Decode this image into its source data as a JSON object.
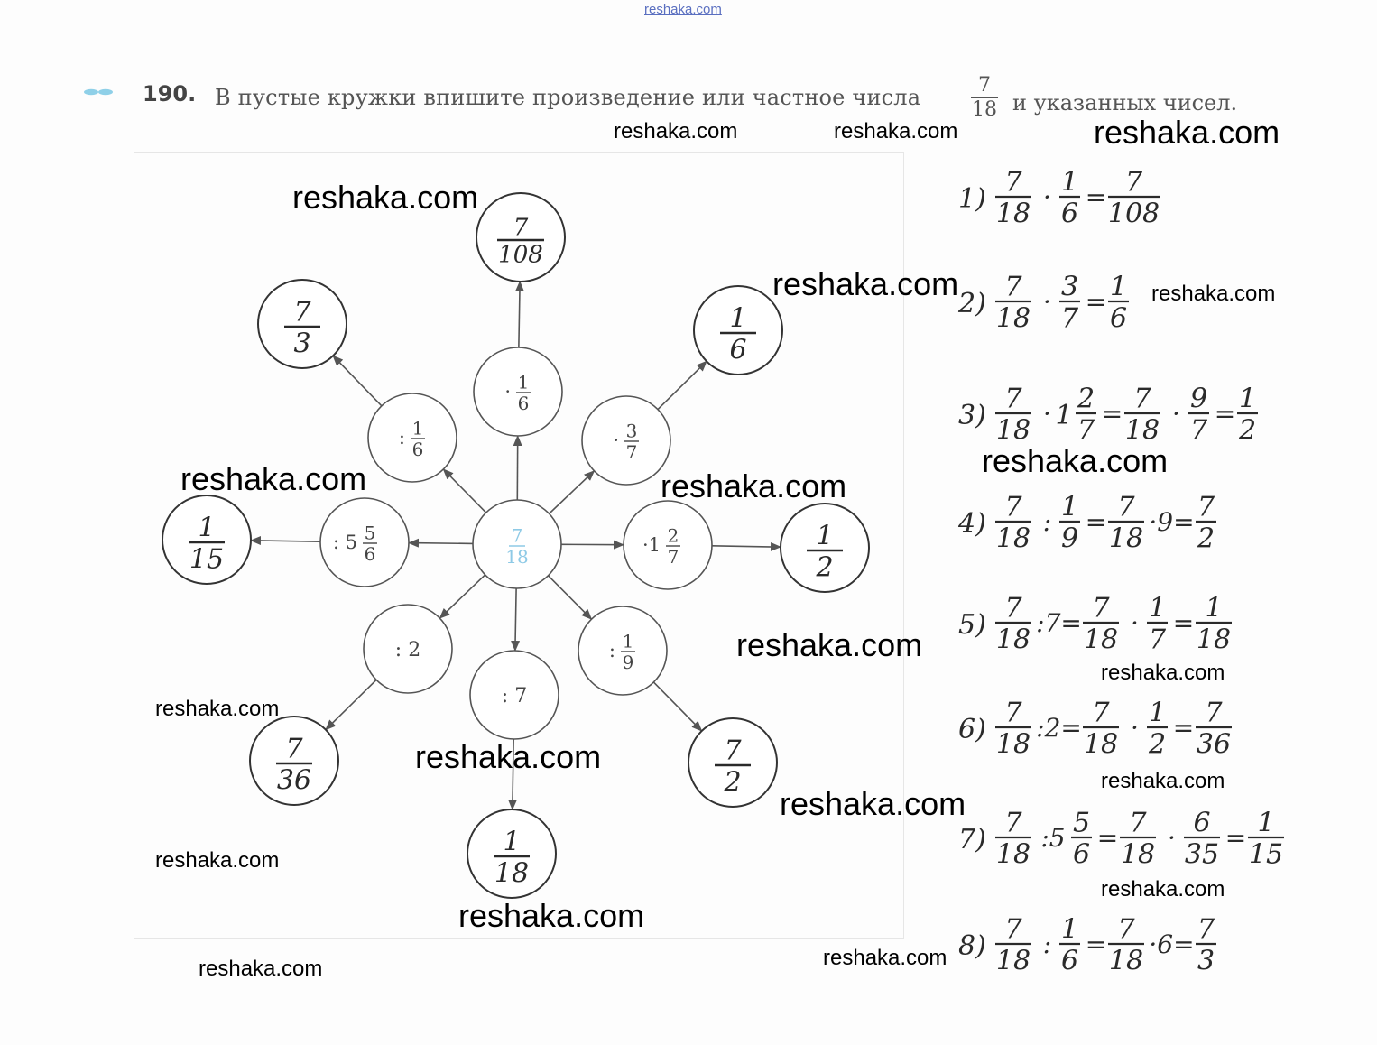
{
  "top_watermark": "reshaka.com",
  "task": {
    "number": "190.",
    "text_before": "В пустые кружки впишите произведение или частное числа",
    "fraction": {
      "num": "7",
      "den": "18"
    },
    "text_after": "и указанных чисел."
  },
  "diagram": {
    "center": {
      "num": "7",
      "den": "18"
    },
    "operations": [
      {
        "prefix": "·",
        "num": "1",
        "den": "6"
      },
      {
        "prefix": "·",
        "num": "3",
        "den": "7"
      },
      {
        "prefix": "·1",
        "num": "2",
        "den": "7"
      },
      {
        "prefix": ":",
        "num": "1",
        "den": "9"
      },
      {
        "prefix": ": 7",
        "num": "",
        "den": ""
      },
      {
        "prefix": ": 2",
        "num": "",
        "den": ""
      },
      {
        "prefix": ": 5",
        "num": "5",
        "den": "6"
      },
      {
        "prefix": ":",
        "num": "1",
        "den": "6"
      }
    ],
    "results": [
      {
        "num": "7",
        "den": "108"
      },
      {
        "num": "1",
        "den": "6"
      },
      {
        "num": "1",
        "den": "2"
      },
      {
        "num": "7",
        "den": "2"
      },
      {
        "num": "1",
        "den": "18"
      },
      {
        "num": "7",
        "den": "36"
      },
      {
        "num": "1",
        "den": "15"
      },
      {
        "num": "7",
        "den": "3"
      }
    ]
  },
  "solutions": [
    {
      "label": "1)",
      "terms": [
        {
          "n": "7",
          "d": "18"
        },
        {
          "op": "·"
        },
        {
          "n": "1",
          "d": "6"
        },
        {
          "op": "="
        },
        {
          "n": "7",
          "d": "108"
        }
      ]
    },
    {
      "label": "2)",
      "terms": [
        {
          "n": "7",
          "d": "18"
        },
        {
          "op": "·"
        },
        {
          "n": "3",
          "d": "7"
        },
        {
          "op": "="
        },
        {
          "n": "1",
          "d": "6"
        }
      ]
    },
    {
      "label": "3)",
      "terms": [
        {
          "n": "7",
          "d": "18"
        },
        {
          "op": "·"
        },
        {
          "w": "1",
          "n": "2",
          "d": "7"
        },
        {
          "op": "="
        },
        {
          "n": "7",
          "d": "18"
        },
        {
          "op": "·"
        },
        {
          "n": "9",
          "d": "7"
        },
        {
          "op": "="
        },
        {
          "n": "1",
          "d": "2"
        }
      ]
    },
    {
      "label": "4)",
      "terms": [
        {
          "n": "7",
          "d": "18"
        },
        {
          "op": ":"
        },
        {
          "n": "1",
          "d": "9"
        },
        {
          "op": "="
        },
        {
          "n": "7",
          "d": "18"
        },
        {
          "op": "·9="
        },
        {
          "n": "7",
          "d": "2"
        }
      ]
    },
    {
      "label": "5)",
      "terms": [
        {
          "n": "7",
          "d": "18"
        },
        {
          "op": ":7="
        },
        {
          "n": "7",
          "d": "18"
        },
        {
          "op": "·"
        },
        {
          "n": "1",
          "d": "7"
        },
        {
          "op": "="
        },
        {
          "n": "1",
          "d": "18"
        }
      ]
    },
    {
      "label": "6)",
      "terms": [
        {
          "n": "7",
          "d": "18"
        },
        {
          "op": ":2="
        },
        {
          "n": "7",
          "d": "18"
        },
        {
          "op": "·"
        },
        {
          "n": "1",
          "d": "2"
        },
        {
          "op": "="
        },
        {
          "n": "7",
          "d": "36"
        }
      ]
    },
    {
      "label": "7)",
      "terms": [
        {
          "n": "7",
          "d": "18"
        },
        {
          "op": ":5"
        },
        {
          "n": "5",
          "d": "6"
        },
        {
          "op": "="
        },
        {
          "n": "7",
          "d": "18"
        },
        {
          "op": "·"
        },
        {
          "n": "6",
          "d": "35"
        },
        {
          "op": "="
        },
        {
          "n": "1",
          "d": "15"
        }
      ]
    },
    {
      "label": "8)",
      "terms": [
        {
          "n": "7",
          "d": "18"
        },
        {
          "op": ":"
        },
        {
          "n": "1",
          "d": "6"
        },
        {
          "op": "="
        },
        {
          "n": "7",
          "d": "18"
        },
        {
          "op": "·6="
        },
        {
          "n": "7",
          "d": "3"
        }
      ]
    }
  ],
  "watermarks": [
    "reshaka.com",
    "reshaka.com",
    "reshaka.com",
    "reshaka.com",
    "reshaka.com",
    "reshaka.com",
    "reshaka.com",
    "reshaka.com",
    "reshaka.com",
    "reshaka.com",
    "reshaka.com",
    "reshaka.com",
    "reshaka.com",
    "reshaka.com",
    "reshaka.com",
    "reshaka.com",
    "reshaka.com",
    "reshaka.com",
    "reshaka.com",
    "reshaka.com"
  ]
}
